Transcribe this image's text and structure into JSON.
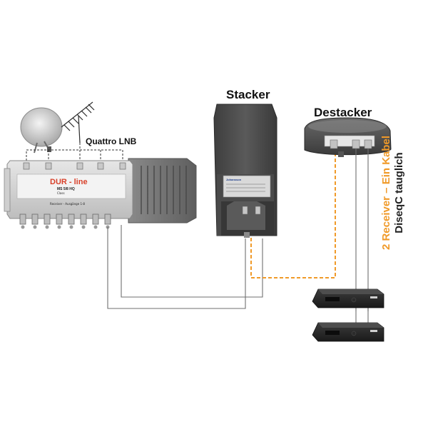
{
  "labels": {
    "quattro_lnb": "Quattro LNB",
    "stacker": "Stacker",
    "destacker": "Destacker"
  },
  "side_text": {
    "line1": "2 Receiver – Ein Kabel",
    "line2": "DiseqC tauglich"
  },
  "multiswitch": {
    "brand": "DUR - line",
    "model": "MS 5/8 HQ",
    "class": "Class",
    "outputs_label": "Receiver - Ausgänge 1-8"
  },
  "stacker_device": {
    "brand": "Johansson"
  },
  "colors": {
    "accent_orange": "#f09a29",
    "cable_gray": "#7a7a7a",
    "device_dark": "#4f4f4f"
  }
}
